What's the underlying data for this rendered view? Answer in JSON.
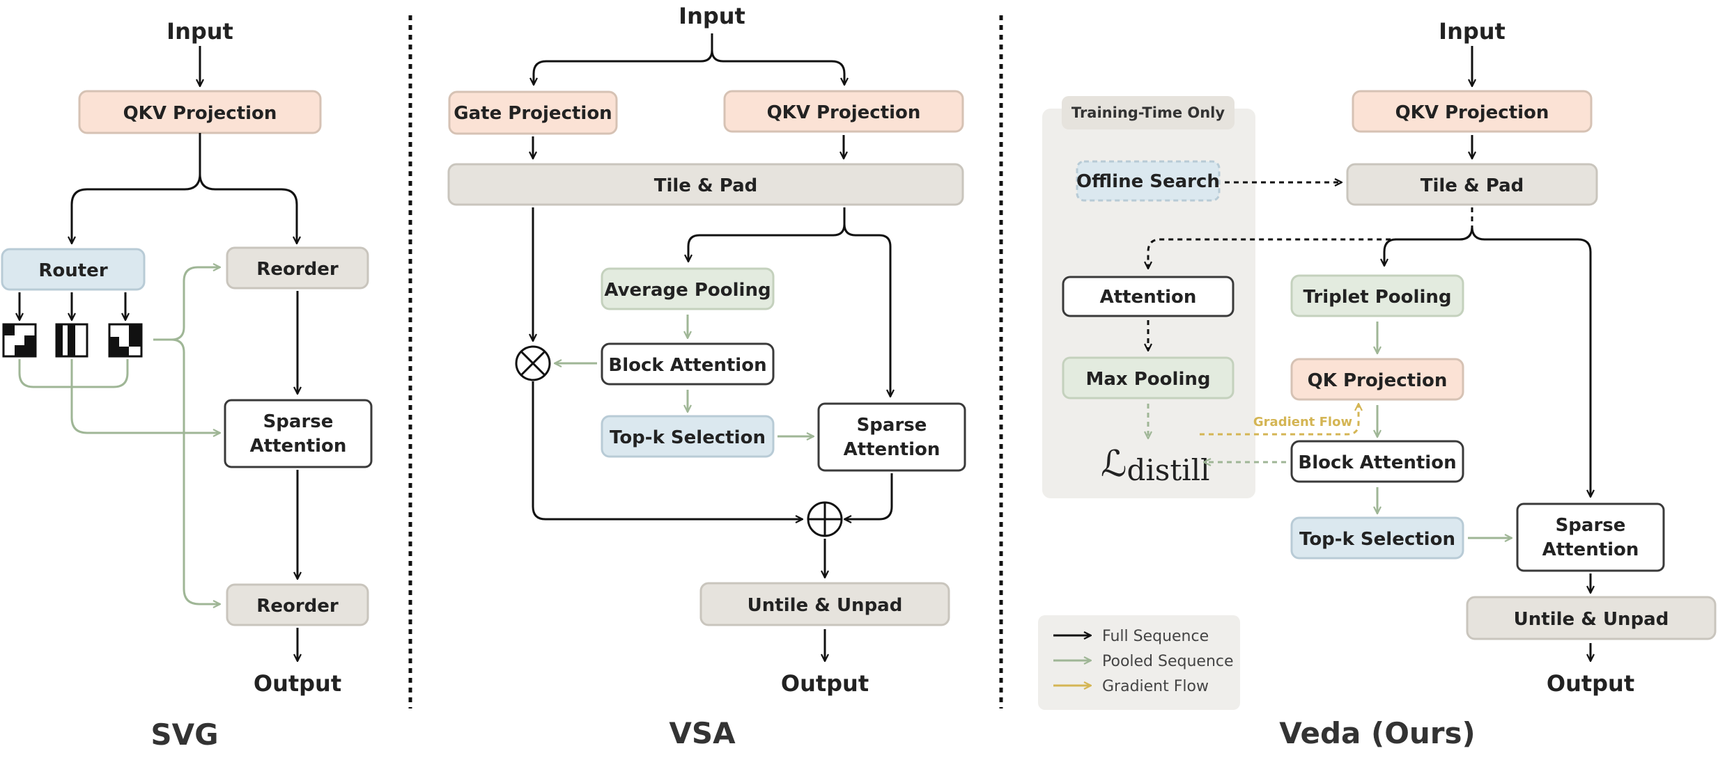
{
  "colors": {
    "black": "#111111",
    "green": "#9fb696",
    "gold": "#d4b554",
    "qkv_fill": "#fbe2d5",
    "qkv_stroke": "#d6c2b4",
    "gray_fill": "#e6e3dd",
    "gray_stroke": "#c9c5bd",
    "blue_fill": "#dbe8ef",
    "blue_stroke": "#b8cbd6",
    "green_fill": "#e3ebdf",
    "green_stroke": "#c4d1bd",
    "white_fill": "#ffffff",
    "white_stroke": "#3a3a3a",
    "panel_fill": "#efeeeb"
  },
  "svg": {
    "input": "Input",
    "qkv": "QKV Projection",
    "router": "Router",
    "reorder_top": "Reorder",
    "sparse_l1": "Sparse",
    "sparse_l2": "Attention",
    "reorder_bottom": "Reorder",
    "output": "Output",
    "title": "SVG"
  },
  "vsa": {
    "input": "Input",
    "gate": "Gate Projection",
    "qkv": "QKV Projection",
    "tile": "Tile & Pad",
    "avg_pool": "Average Pooling",
    "block_attn": "Block Attention",
    "topk": "Top-k Selection",
    "sparse_l1": "Sparse",
    "sparse_l2": "Attention",
    "untile": "Untile & Unpad",
    "output": "Output",
    "title": "VSA"
  },
  "veda": {
    "input": "Input",
    "training_only": "Training-Time Only",
    "offline": "Offline Search",
    "qkv": "QKV Projection",
    "tile": "Tile & Pad",
    "attention": "Attention",
    "max_pool": "Max Pooling",
    "loss_main": "ℒ",
    "loss_sub": "distill",
    "triplet": "Triplet Pooling",
    "qk_proj": "QK Projection",
    "gradient_flow": "Gradient Flow",
    "block_attn": "Block Attention",
    "topk": "Top-k Selection",
    "sparse_l1": "Sparse",
    "sparse_l2": "Attention",
    "untile": "Untile & Unpad",
    "output": "Output",
    "title": "Veda (Ours)"
  },
  "legend": {
    "full": "Full Sequence",
    "pooled": "Pooled Sequence",
    "gradient": "Gradient Flow"
  }
}
